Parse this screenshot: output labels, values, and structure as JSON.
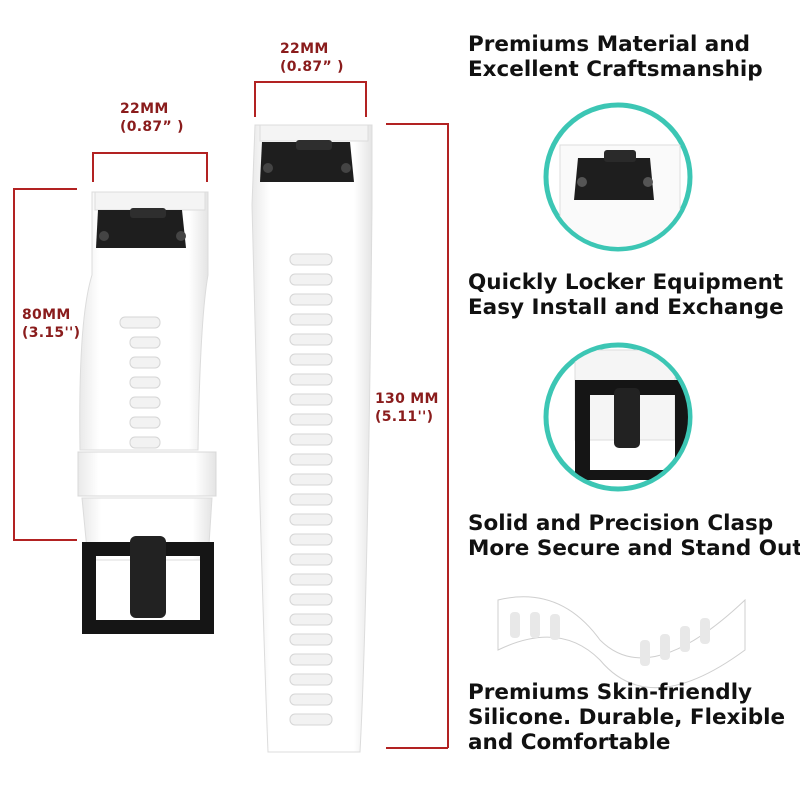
{
  "dimensions": {
    "short_width": {
      "mm": "22MM",
      "inch": "(0.87” )"
    },
    "long_width": {
      "mm": "22MM",
      "inch": "(0.87” )"
    },
    "short_length": {
      "mm": "80MM",
      "inch": "(3.15'')"
    },
    "long_length": {
      "mm": "130 MM",
      "inch": "(5.11'')"
    }
  },
  "features": [
    {
      "line1": "Premiums Material and",
      "line2": "Excellent Craftsmanship"
    },
    {
      "line1": "Quickly Locker Equipment",
      "line2": "Easy Install and Exchange"
    },
    {
      "line1": "Solid and Precision Clasp",
      "line2": "More Secure and Stand Out"
    },
    {
      "line1": "Premiums Skin-friendly",
      "line2": "Silicone. Durable, Flexible",
      "line3": "and Comfortable"
    }
  ],
  "colors": {
    "dimension_text": "#8a1c1c",
    "dimension_line": "#b22222",
    "circle_ring": "#3cc6b4",
    "strap": "#ffffff",
    "hardware": "#1a1a1a"
  },
  "icons": [
    "quick-release-lug-icon",
    "buckle-icon",
    "twisted-strap-icon"
  ]
}
